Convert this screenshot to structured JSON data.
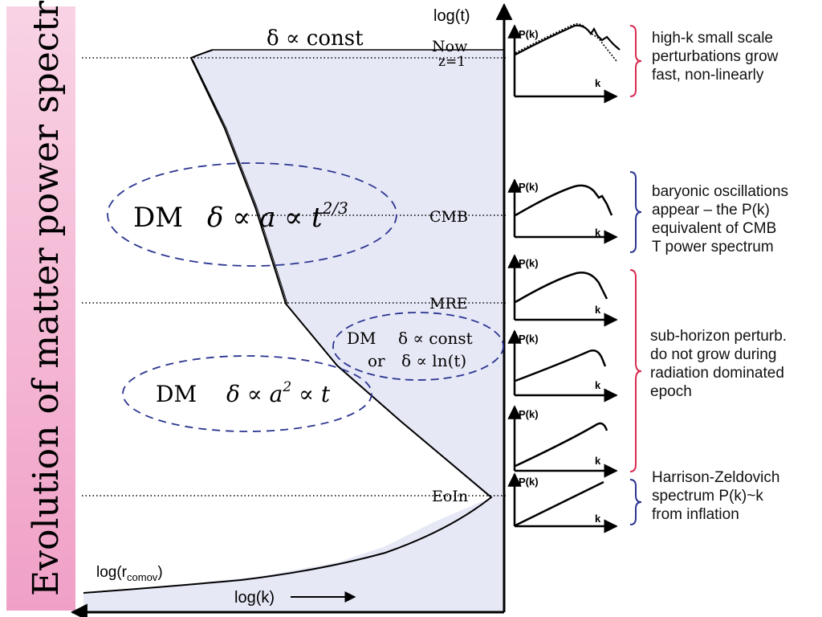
{
  "title": "Evolution of matter power spectrum",
  "axes": {
    "time_axis": "log(t)",
    "k_axis": "log(k)",
    "rcomov_base": "log(r",
    "rcomov_sub": "comov",
    "rcomov_close": ")"
  },
  "epochs": {
    "now": "Now",
    "z1": "z=1",
    "cmb": "CMB",
    "mre": "MRE",
    "eoin": "EoIn"
  },
  "regimes": {
    "top": "δ ∝ const",
    "matter_dm": "DM",
    "matter_formula": "δ ∝ a ∝ t",
    "matter_exp": "2/3",
    "mezaros_dm": "DM",
    "mezaros_line1": "δ ∝ const",
    "mezaros_or": "or",
    "mezaros_line2": "δ ∝ ln(t)",
    "superhorizon_dm": "DM",
    "superhorizon_formula_a": "δ ∝ a",
    "superhorizon_exp": "2",
    "superhorizon_formula_b": " ∝ t"
  },
  "spectrum_panels": {
    "p_label": "P(k)",
    "k_label": "k"
  },
  "annotations": {
    "nonlinear": [
      "high-k small scale",
      "perturbations grow",
      "fast,  non-linearly"
    ],
    "baryonic": [
      "baryonic oscillations",
      "appear – the P(k)",
      "equivalent of CMB",
      "T  power spectrum"
    ],
    "subhorizon": [
      "sub-horizon perturb.",
      "do not grow during",
      "radiation dominated",
      "epoch"
    ],
    "harrison": [
      "Harrison-Zeldovich",
      "spectrum  P(k)~k",
      "from inflation"
    ]
  },
  "colors": {
    "title_band_top": "#f7c8de",
    "title_band_bottom": "#f3a8cb",
    "shaded_region": "#e6e8f6",
    "ellipse": "#2c3590",
    "brace_red": "#d92b4e",
    "brace_blue": "#2c3590"
  }
}
